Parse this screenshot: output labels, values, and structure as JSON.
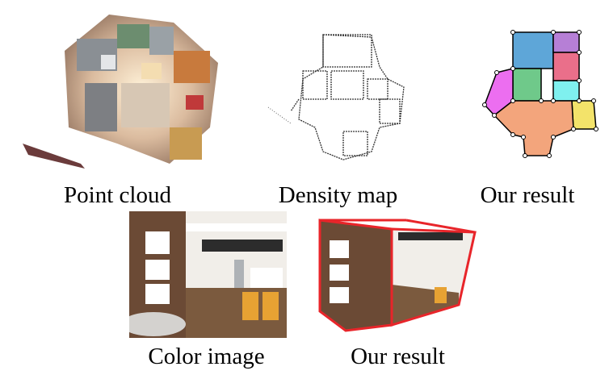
{
  "figure": {
    "captions": {
      "point_cloud": "Point cloud",
      "density_map": "Density map",
      "our_result_floorplan": "Our result",
      "color_image": "Color image",
      "our_result_room": "Our result"
    }
  },
  "colors": {
    "room_blue": "#5ea6d8",
    "room_purple": "#b67fd6",
    "room_pink": "#ea6f8a",
    "room_magenta": "#ec6ef0",
    "room_green": "#6fc98a",
    "room_cyan": "#7ff0ef",
    "room_peach": "#f3a57c",
    "room_yellow": "#f3e36a",
    "layout_red": "#e8252a"
  }
}
